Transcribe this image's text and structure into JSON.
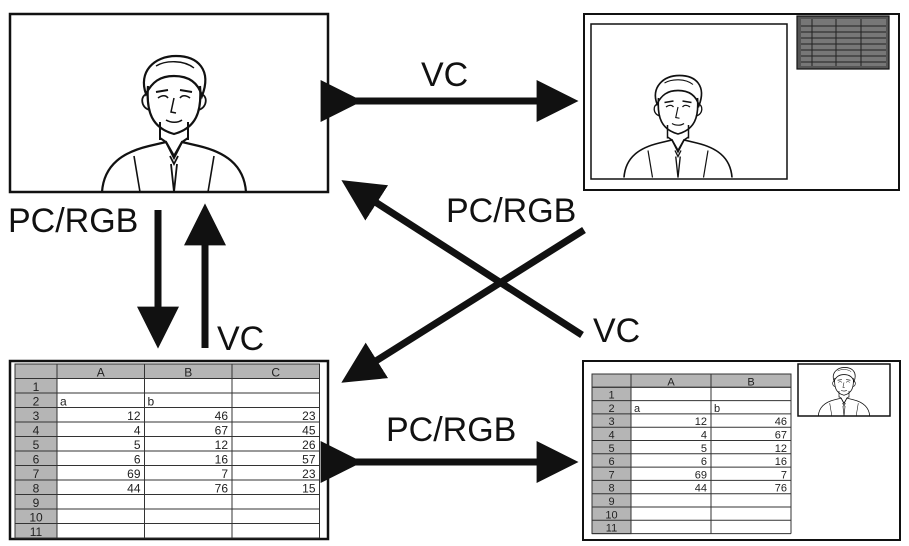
{
  "labels": {
    "vc_top": "VC",
    "pc_rgb_left": "PC/RGB",
    "vc_left": "VC",
    "pc_rgb_center": "PC/RGB",
    "vc_right": "VC",
    "pc_rgb_bottom": "PC/RGB"
  },
  "spreadsheet_large": {
    "columns": [
      "A",
      "B",
      "C"
    ],
    "rows": [
      [
        "1",
        "",
        "",
        ""
      ],
      [
        "2",
        "a",
        "b",
        ""
      ],
      [
        "3",
        "12",
        "46",
        "23"
      ],
      [
        "4",
        "4",
        "67",
        "45"
      ],
      [
        "5",
        "5",
        "12",
        "26"
      ],
      [
        "6",
        "6",
        "16",
        "57"
      ],
      [
        "7",
        "69",
        "7",
        "23"
      ],
      [
        "8",
        "44",
        "76",
        "15"
      ],
      [
        "9",
        "",
        "",
        ""
      ],
      [
        "10",
        "",
        "",
        ""
      ],
      [
        "11",
        "",
        "",
        ""
      ]
    ]
  },
  "spreadsheet_small": {
    "columns": [
      "A",
      "B"
    ],
    "rows": [
      [
        "1",
        "",
        ""
      ],
      [
        "2",
        "a",
        "b"
      ],
      [
        "3",
        "12",
        "46"
      ],
      [
        "4",
        "4",
        "67"
      ],
      [
        "5",
        "5",
        "12"
      ],
      [
        "6",
        "6",
        "16"
      ],
      [
        "7",
        "69",
        "7"
      ],
      [
        "8",
        "44",
        "76"
      ],
      [
        "9",
        "",
        ""
      ],
      [
        "10",
        "",
        ""
      ],
      [
        "11",
        "",
        ""
      ]
    ]
  }
}
